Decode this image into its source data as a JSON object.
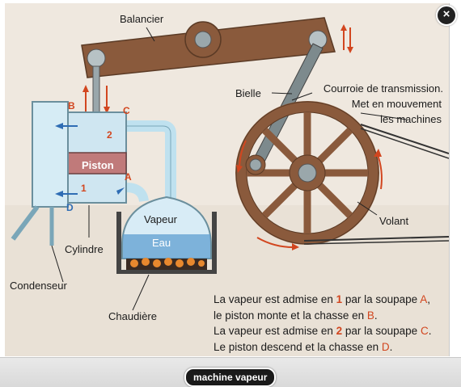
{
  "viewer": {
    "close_label": "×",
    "title": "machine vapeur"
  },
  "diagram": {
    "labels": {
      "balancier": "Balancier",
      "bielle": "Bielle",
      "courroie": "Courroie de transmission.",
      "courroie2": "Met en mouvement",
      "courroie3": "les machines",
      "volant": "Volant",
      "cylindre": "Cylindre",
      "condenseur": "Condenseur",
      "chaudiere": "Chaudière",
      "vapeur": "Vapeur",
      "eau": "Eau",
      "piston": "Piston"
    },
    "markers": {
      "a": "A",
      "b": "B",
      "c": "C",
      "d": "D",
      "one": "1",
      "two": "2"
    },
    "caption": {
      "l1_pre": "La vapeur est admise en ",
      "l1_num": "1",
      "l1_mid": " par la soupape ",
      "l1_letter": "A",
      "l1_end": ",",
      "l2_pre": "le piston monte et la chasse en ",
      "l2_letter": "B",
      "l2_end": ".",
      "l3_pre": "La vapeur est admise en ",
      "l3_num": "2",
      "l3_mid": " par la soupape ",
      "l3_letter": "C",
      "l3_end": ".",
      "l4_pre": "Le piston descend et la chasse en ",
      "l4_letter": "D",
      "l4_end": "."
    },
    "colors": {
      "wood": "#8a5a3c",
      "steel": "#7d8a8d",
      "pipe": "#bfe1ef",
      "accent": "#d2461f"
    }
  }
}
